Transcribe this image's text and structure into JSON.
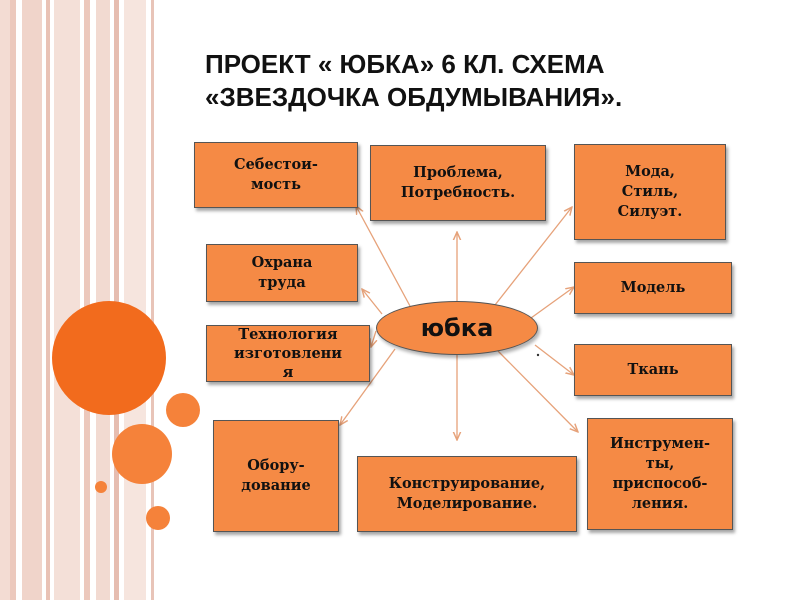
{
  "title": {
    "line1": "ПРОЕКТ « ЮБКА» 6 КЛ. СХЕМА",
    "line2": "«ЗВЕЗДОЧКА ОБДУМЫВАНИЯ»."
  },
  "center": "юбка",
  "boxes": {
    "sebestoimost": [
      "Себестои-",
      "мость"
    ],
    "problema": [
      "Проблема,",
      "Потребность."
    ],
    "moda": [
      "Мода,",
      "Стиль,",
      "Силуэт."
    ],
    "ohrana": [
      "Охрана",
      "труда"
    ],
    "model": [
      "Модель"
    ],
    "tehnologia": [
      "Технология",
      "изготовлени",
      "я"
    ],
    "tkan": [
      "Ткань"
    ],
    "oborudovanie": [
      "Обору-",
      "дование"
    ],
    "konstruirovanie": [
      "Конструирование,",
      "Моделирование."
    ],
    "instrumenty": [
      "Инструмен-",
      "ты,",
      "приспособ-",
      "ления."
    ]
  },
  "colors": {
    "accent": "#f58a45",
    "border": "#555555",
    "arrow": "#e6a27a",
    "stripe": "#e8c7bc"
  }
}
